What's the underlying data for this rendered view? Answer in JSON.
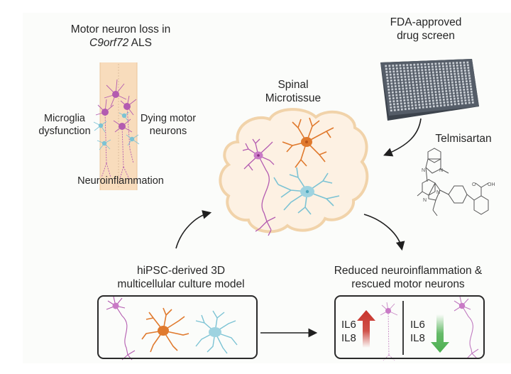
{
  "figure": {
    "spinal_cord_panel": {
      "title_line1": "Motor neuron loss in",
      "title_italic": "C9orf72",
      "title_line2_rest": " ALS",
      "label_left_line1": "Microglia",
      "label_left_line2": "dysfunction",
      "label_right_line1": "Dying motor",
      "label_right_line2": "neurons",
      "label_bottom": "Neuroinflammation"
    },
    "microtissue": {
      "title_line1": "Spinal",
      "title_line2": "Microtissue"
    },
    "drug_screen": {
      "title_line1": "FDA-approved",
      "title_line2": "drug screen",
      "compound_name": "Telmisartan",
      "structure_labels": [
        "N",
        "N",
        "N",
        "N",
        "O",
        "OH"
      ]
    },
    "culture_model": {
      "title_line1": "hiPSC-derived 3D",
      "title_line2": "multicellular culture model"
    },
    "outcome": {
      "title_line1": "Reduced neuroinflammation &",
      "title_line2": "rescued motor neurons",
      "left_markers": [
        "IL6",
        "IL8"
      ],
      "right_markers": [
        "IL6",
        "IL8"
      ],
      "left_direction": "up",
      "right_direction": "down"
    },
    "colors": {
      "motor_neuron": "#b35bb0",
      "astrocyte": "#e07a2e",
      "microglia": "#7cc3d4",
      "tissue_fill": "#fdf1e3",
      "spinal_fill": "#f9dcbd",
      "plate": "#4d5560",
      "up_arrow": "#c8332b",
      "down_arrow": "#4caf50"
    }
  }
}
